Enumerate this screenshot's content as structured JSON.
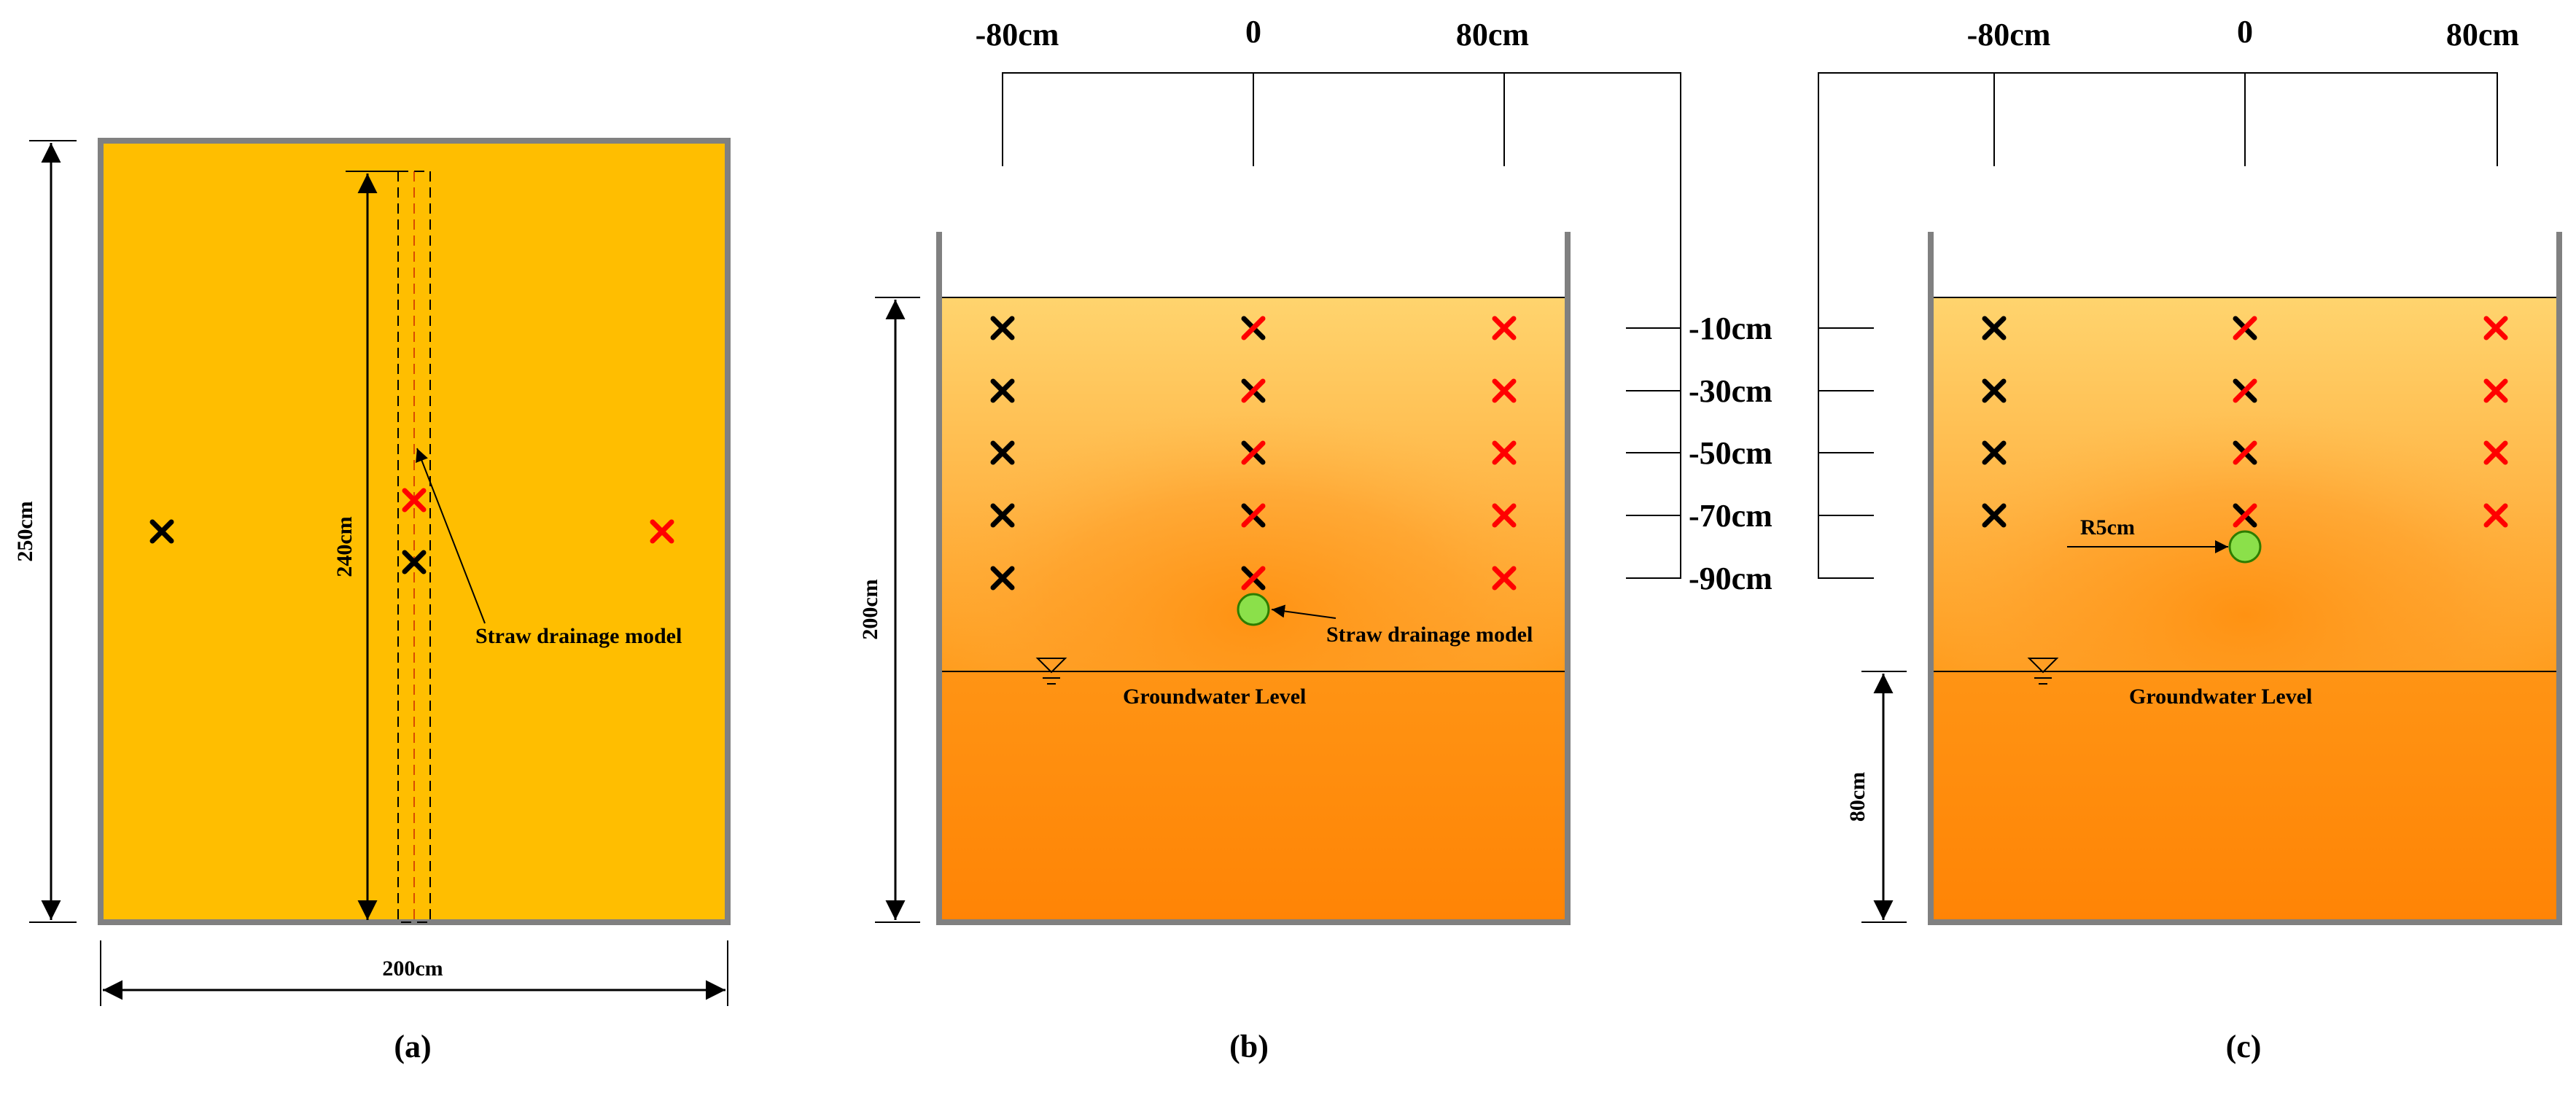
{
  "panels": {
    "a": {
      "caption": "(a)",
      "height_label": "250cm",
      "width_label": "200cm",
      "drain_length_label": "240cm",
      "drain_label": "Straw drainage model"
    },
    "b": {
      "caption": "(b)",
      "top_labels": [
        "-80cm",
        "0",
        "80cm"
      ],
      "depth_label": "200cm",
      "depth_levels": [
        "-10cm",
        "-30cm",
        "-50cm",
        "-70cm",
        "-90cm"
      ],
      "drain_label": "Straw drainage model",
      "groundwater_label": "Groundwater Level"
    },
    "c": {
      "caption": "(c)",
      "top_labels": [
        "-80cm",
        "0",
        "80cm"
      ],
      "radius_label": "R5cm",
      "groundwater_label": "Groundwater Level",
      "water_depth_label": "80cm"
    }
  },
  "colors": {
    "panel_a_fill": "#FFBE00",
    "soil_top": "#FFD36A",
    "soil_mid": "#FF9F1C",
    "water_zone": "#FF8C0A",
    "drain_circle": "#8BE04A",
    "marker_black": "#000000",
    "marker_red": "#FF0000",
    "wall": "#808080"
  }
}
